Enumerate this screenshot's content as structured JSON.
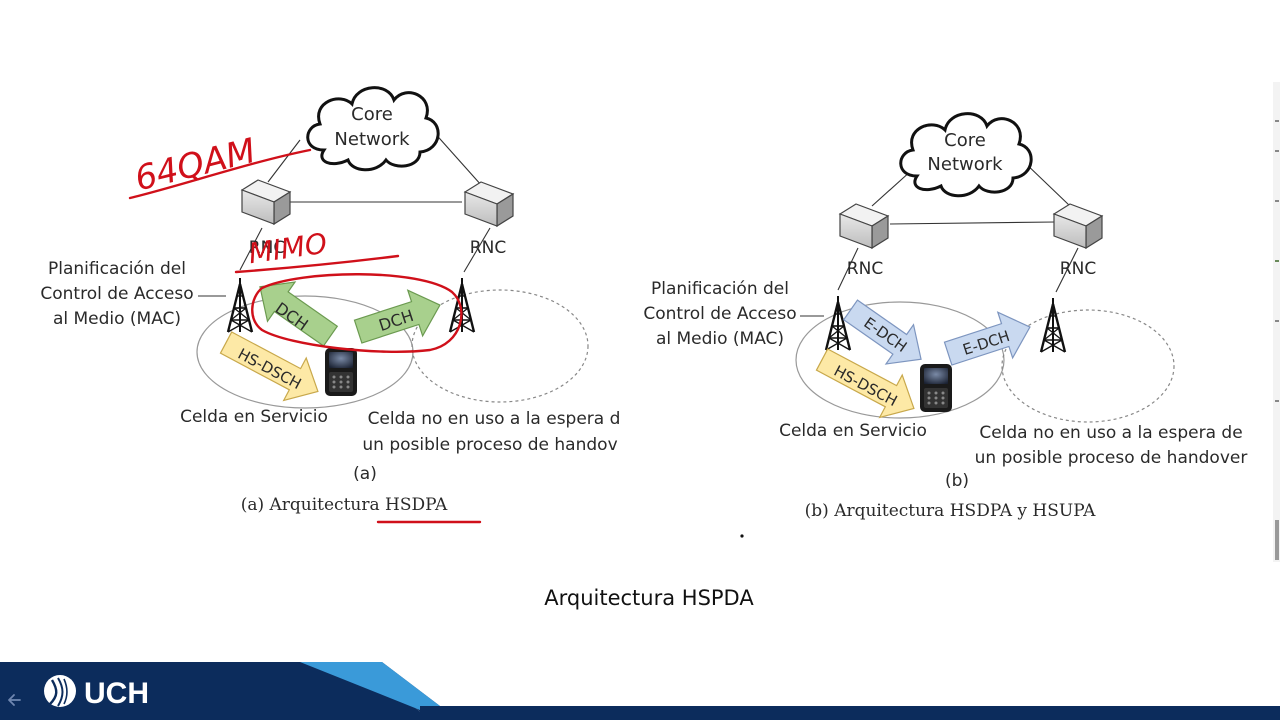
{
  "figure_a": {
    "core_network": [
      "Core",
      "Network"
    ],
    "rnc_left": "RNC",
    "rnc_right": "RNC",
    "mac_label": [
      "Planificación del",
      "Control de Acceso",
      "al Medio (MAC)"
    ],
    "arrow_dch_1": "DCH",
    "arrow_dch_2": "DCH",
    "arrow_hsdsch": "HS-DSCH",
    "serving_cell": "Celda en Servicio",
    "standby_cell": [
      "Celda no en uso a la espera d",
      "un posible proceso de handov"
    ],
    "letter": "(a)",
    "caption_prefix": "(a) Arquitectura ",
    "caption_highlight": "HSDPA"
  },
  "figure_b": {
    "core_network": [
      "Core",
      "Network"
    ],
    "rnc_left": "RNC",
    "rnc_right": "RNC",
    "mac_label": [
      "Planificación del",
      "Control de Acceso",
      "al Medio (MAC)"
    ],
    "arrow_edch_1": "E-DCH",
    "arrow_edch_2": "E-DCH",
    "arrow_hsdsch": "HS-DSCH",
    "serving_cell": "Celda en Servicio",
    "standby_cell": [
      "Celda no en uso a la espera de",
      "un posible proceso de handover"
    ],
    "letter": "(b)",
    "caption": "(b) Arquitectura HSDPA y HSUPA"
  },
  "annotations": {
    "handwritten_1": "64QAM",
    "handwritten_2": "MIMO"
  },
  "slide_title": "Arquitectura HSPDA",
  "footer": {
    "logo_text": "UCH",
    "back_icon": "arrow-left-icon"
  },
  "colors": {
    "green_arrow": "#a8d08d",
    "yellow_arrow": "#fde9a6",
    "blue_arrow": "#c9d9f0",
    "annotation_red": "#d0101a",
    "footer_navy": "#0c2c5c",
    "footer_light": "#3a9ad9"
  }
}
